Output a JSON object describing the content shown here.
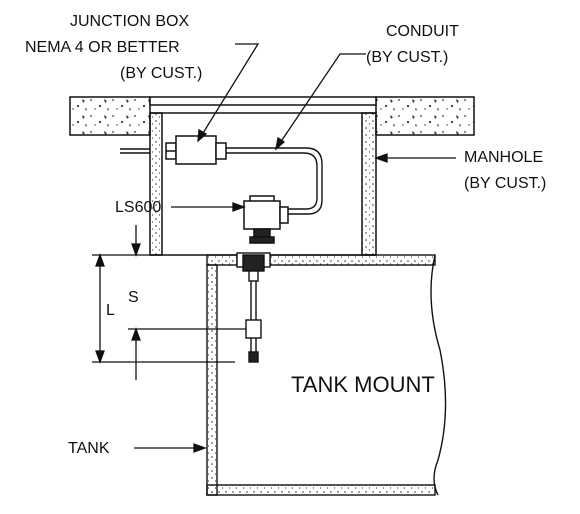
{
  "diagram": {
    "labels": {
      "junction_box_line1": "JUNCTION BOX",
      "junction_box_line2": "NEMA 4 OR BETTER",
      "junction_box_line3": "(BY CUST.)",
      "conduit_line1": "CONDUIT",
      "conduit_line2": "(BY CUST.)",
      "manhole_line1": "MANHOLE",
      "manhole_line2": "(BY CUST.)",
      "ls600": "LS600",
      "dim_l": "L",
      "dim_s": "S",
      "tank_mount": "TANK MOUNT",
      "tank": "TANK"
    },
    "colors": {
      "line": "#111111",
      "concrete_fill": "#ffffff",
      "dark_part": "#222222"
    }
  }
}
